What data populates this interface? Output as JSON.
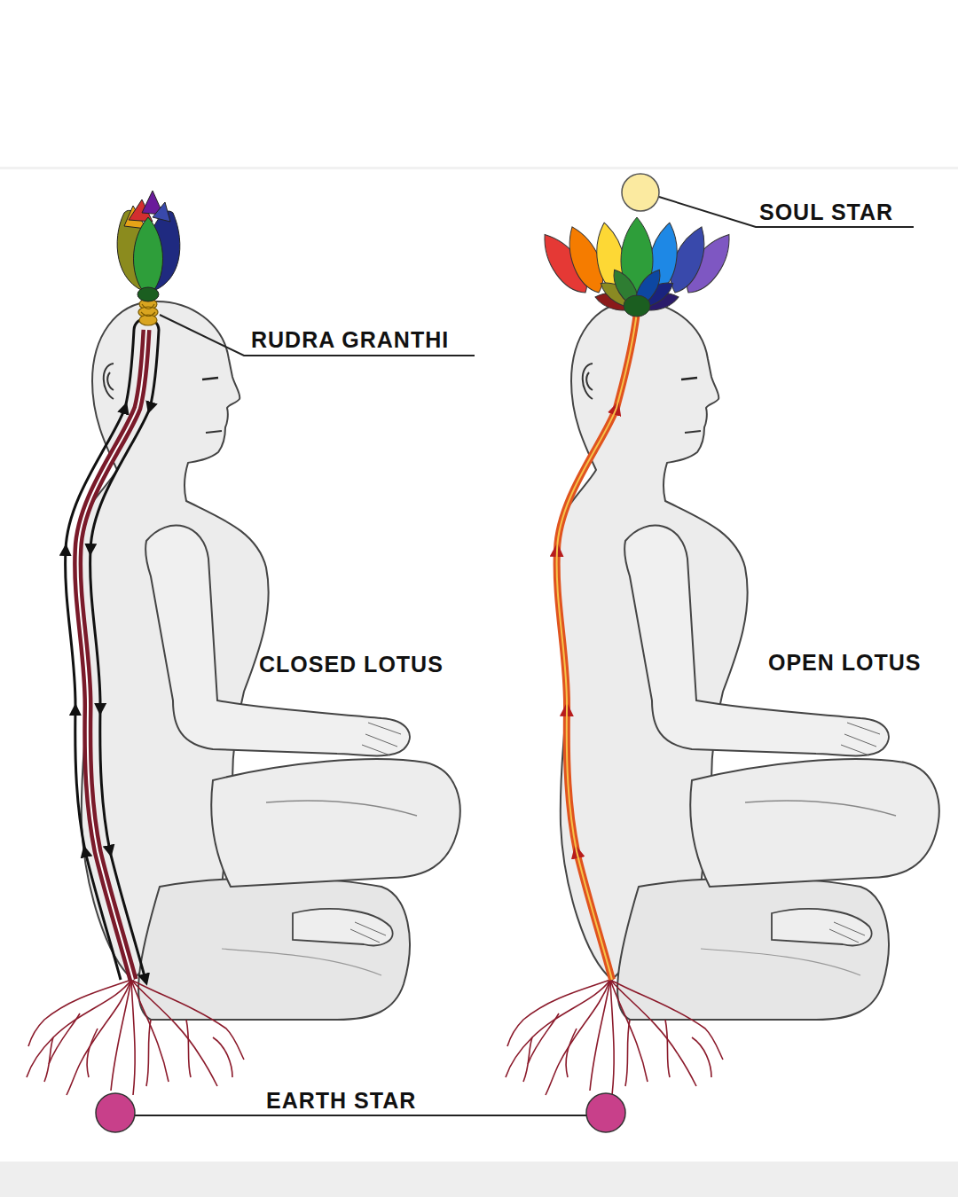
{
  "diagram": {
    "labels": [
      "SOUL STAR",
      "RUDRA GRANTHI",
      "CLOSED LOTUS",
      "OPEN LOTUS",
      "EARTH STAR"
    ]
  }
}
